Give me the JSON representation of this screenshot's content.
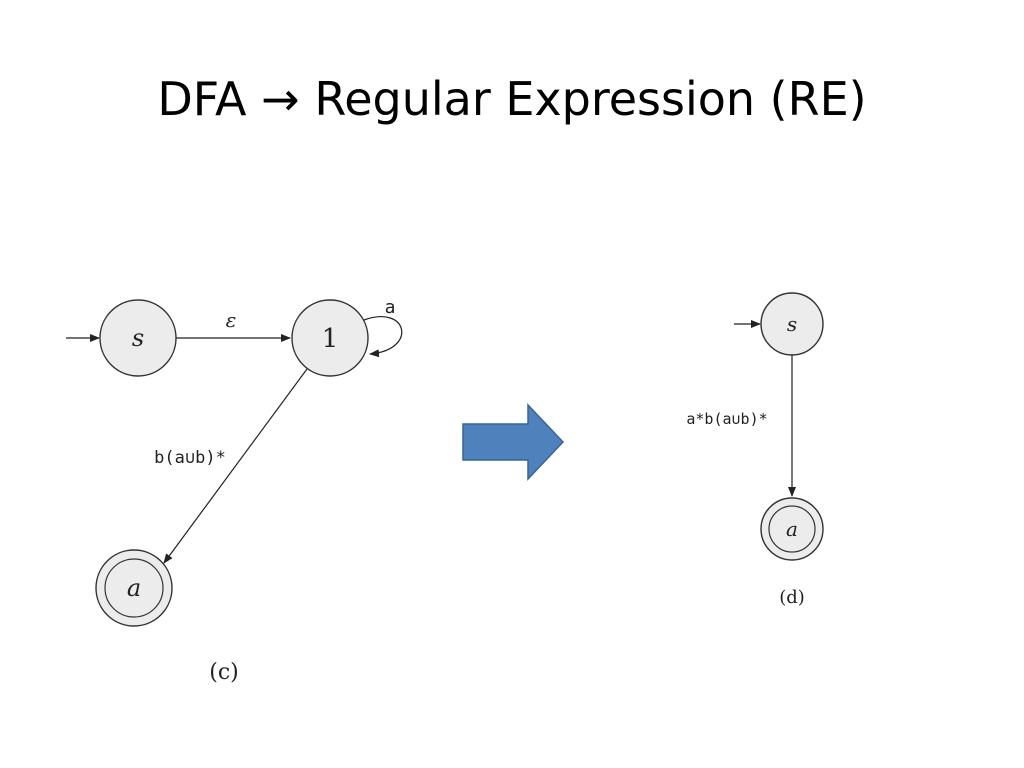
{
  "slide": {
    "title_left": "DFA",
    "title_arrow": "→",
    "title_right": "Regular Expression (RE)"
  },
  "diagram_c": {
    "states": {
      "s": "s",
      "one": "1",
      "a": "a"
    },
    "edges": {
      "s_to_1": "ε",
      "loop_1": "a",
      "one_to_a": "b(a∪b)*"
    },
    "caption": "(c)"
  },
  "diagram_d": {
    "states": {
      "s": "s",
      "a": "a"
    },
    "edges": {
      "s_to_a": "a*b(a∪b)*"
    },
    "caption": "(d)"
  },
  "colors": {
    "transition_arrow": "#4f81bd",
    "transition_arrow_border": "#3a6593",
    "state_fill": "#ececec"
  },
  "icons": {
    "transition_arrow": "right-block-arrow-icon"
  }
}
